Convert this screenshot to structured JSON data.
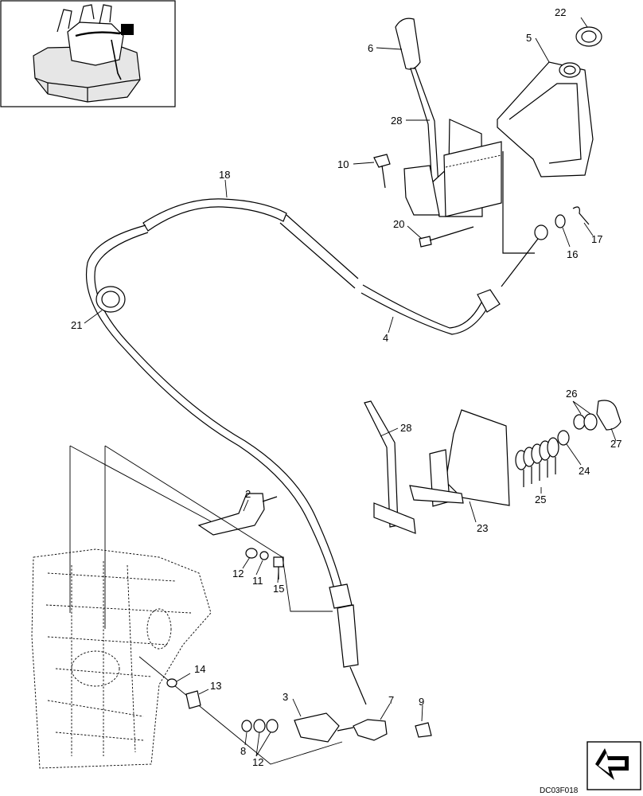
{
  "diagram": {
    "drawing_code": "DC03F018",
    "callouts": [
      {
        "id": "c22",
        "text": "22"
      },
      {
        "id": "c5",
        "text": "5"
      },
      {
        "id": "c6",
        "text": "6"
      },
      {
        "id": "c28a",
        "text": "28"
      },
      {
        "id": "c10",
        "text": "10"
      },
      {
        "id": "c18",
        "text": "18"
      },
      {
        "id": "c20",
        "text": "20"
      },
      {
        "id": "c17",
        "text": "17"
      },
      {
        "id": "c16",
        "text": "16"
      },
      {
        "id": "c21",
        "text": "21"
      },
      {
        "id": "c4",
        "text": "4"
      },
      {
        "id": "c26",
        "text": "26"
      },
      {
        "id": "c28b",
        "text": "28"
      },
      {
        "id": "c27",
        "text": "27"
      },
      {
        "id": "c24",
        "text": "24"
      },
      {
        "id": "c25",
        "text": "25"
      },
      {
        "id": "c23",
        "text": "23"
      },
      {
        "id": "c2",
        "text": "2"
      },
      {
        "id": "c12a",
        "text": "12"
      },
      {
        "id": "c11",
        "text": "11"
      },
      {
        "id": "c15",
        "text": "15"
      },
      {
        "id": "c14",
        "text": "14"
      },
      {
        "id": "c13",
        "text": "13"
      },
      {
        "id": "c3",
        "text": "3"
      },
      {
        "id": "c7",
        "text": "7"
      },
      {
        "id": "c9",
        "text": "9"
      },
      {
        "id": "c8",
        "text": "8"
      },
      {
        "id": "c12b",
        "text": "12"
      }
    ]
  }
}
